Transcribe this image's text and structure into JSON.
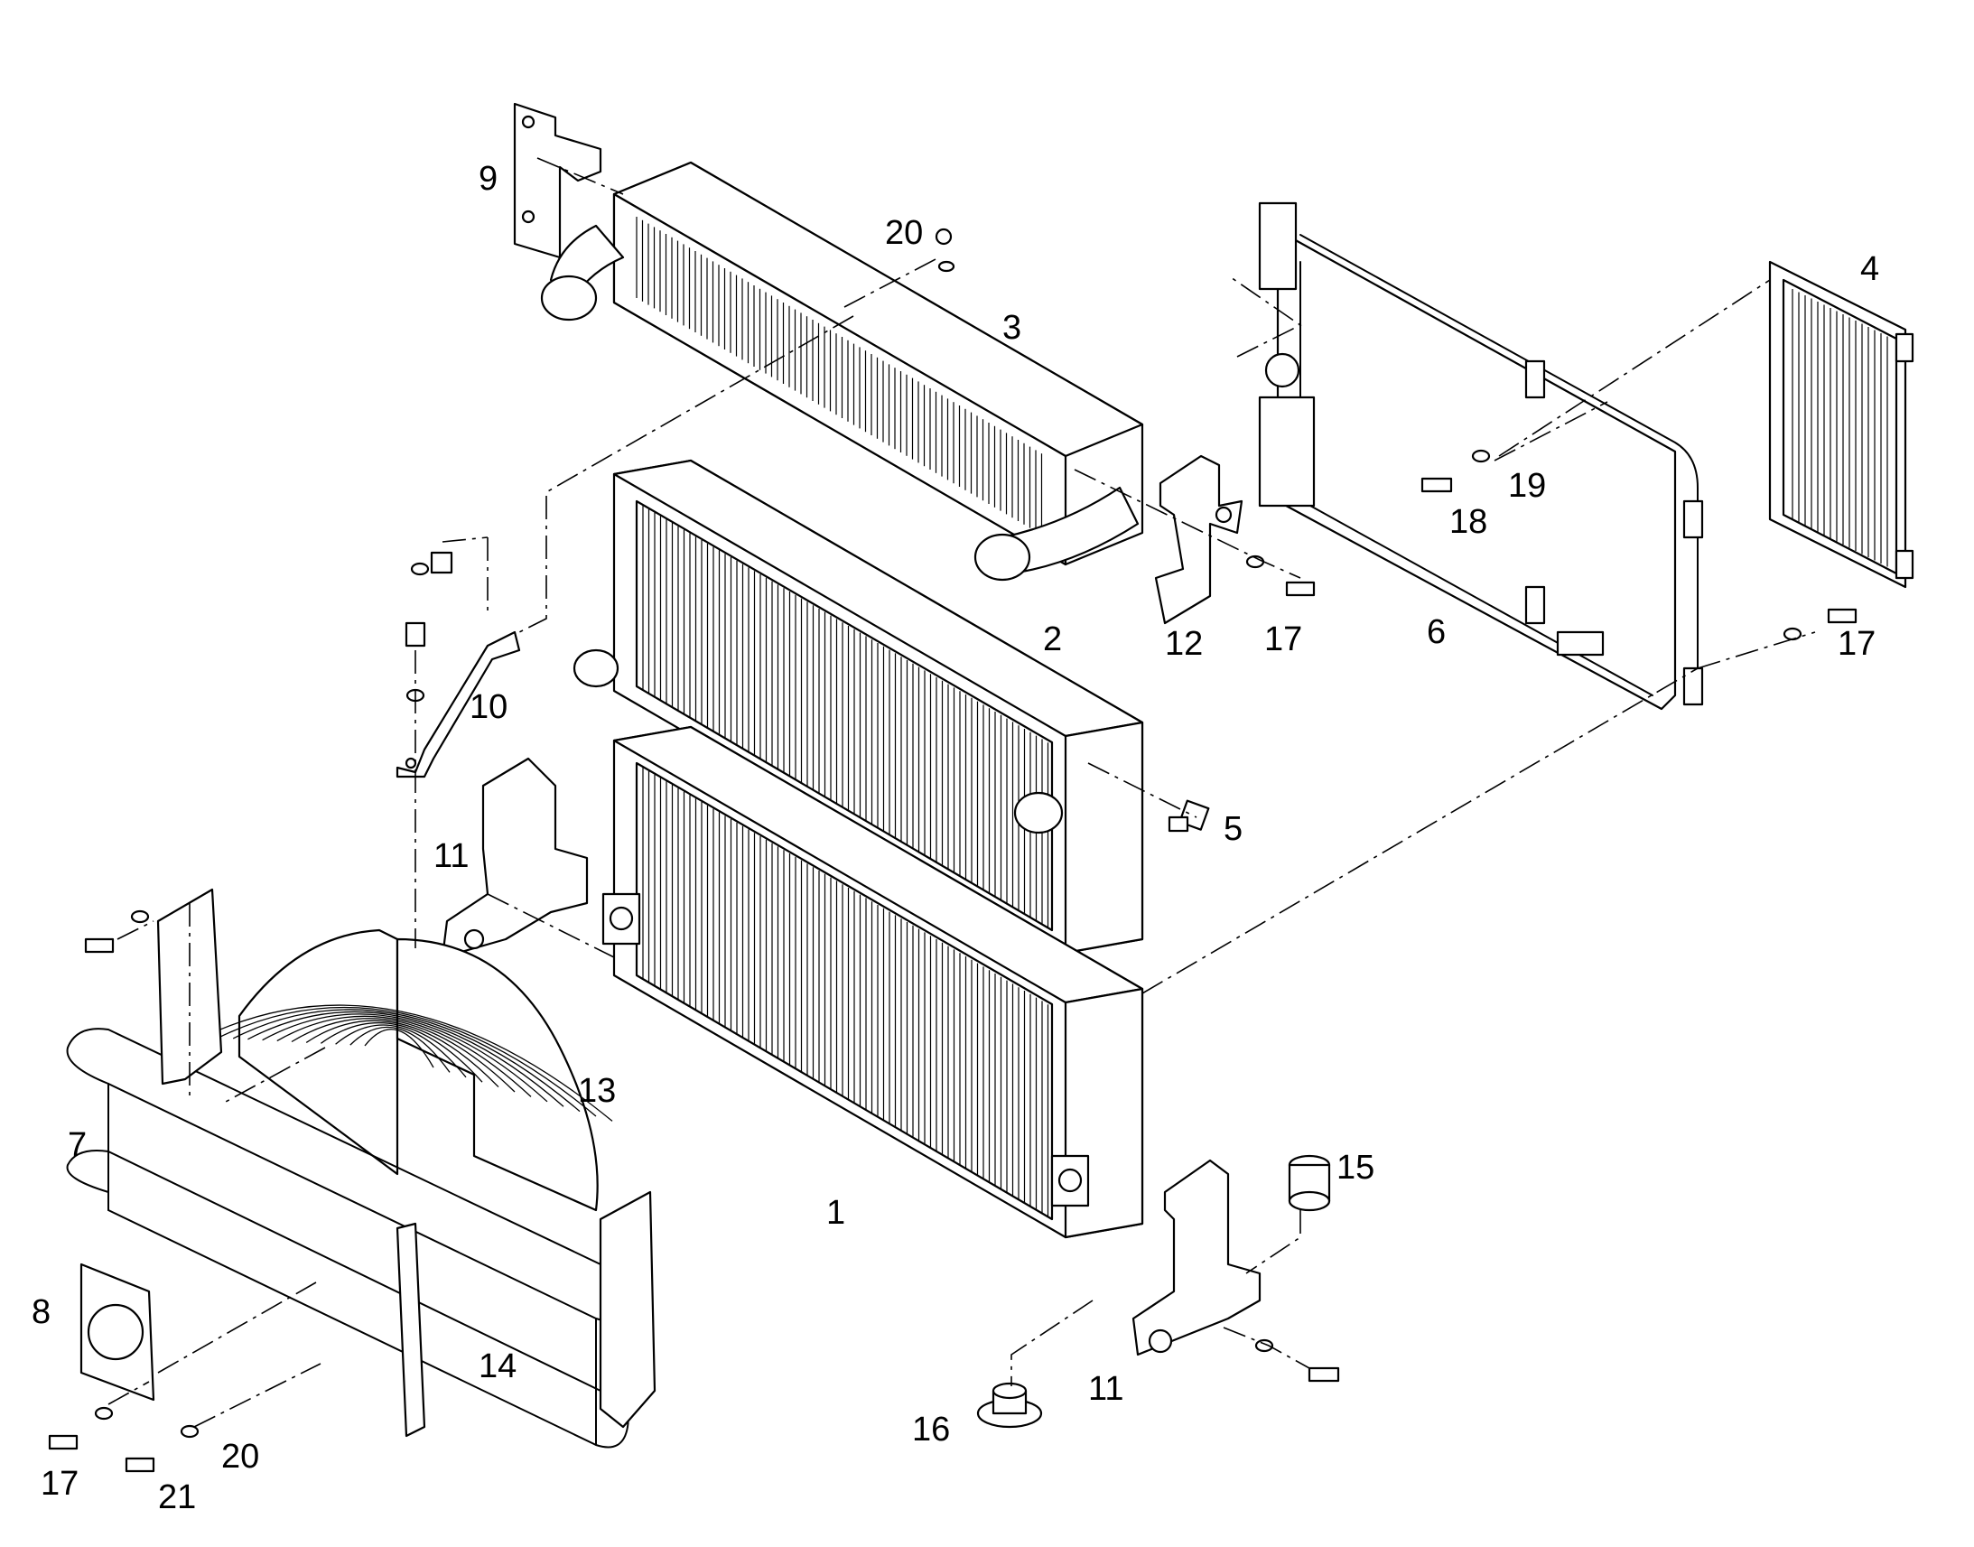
{
  "callouts": {
    "p1": "1",
    "p2": "2",
    "p3": "3",
    "p4": "4",
    "p5": "5",
    "p6": "6",
    "p7": "7",
    "p8": "8",
    "p9": "9",
    "p10": "10",
    "p11a": "11",
    "p11b": "11",
    "p12": "12",
    "p13": "13",
    "p14": "14",
    "p15": "15",
    "p16": "16",
    "p17a": "17",
    "p17b": "17",
    "p17c": "17",
    "p18": "18",
    "p19": "19",
    "p20a": "20",
    "p20b": "20",
    "p21": "21"
  }
}
